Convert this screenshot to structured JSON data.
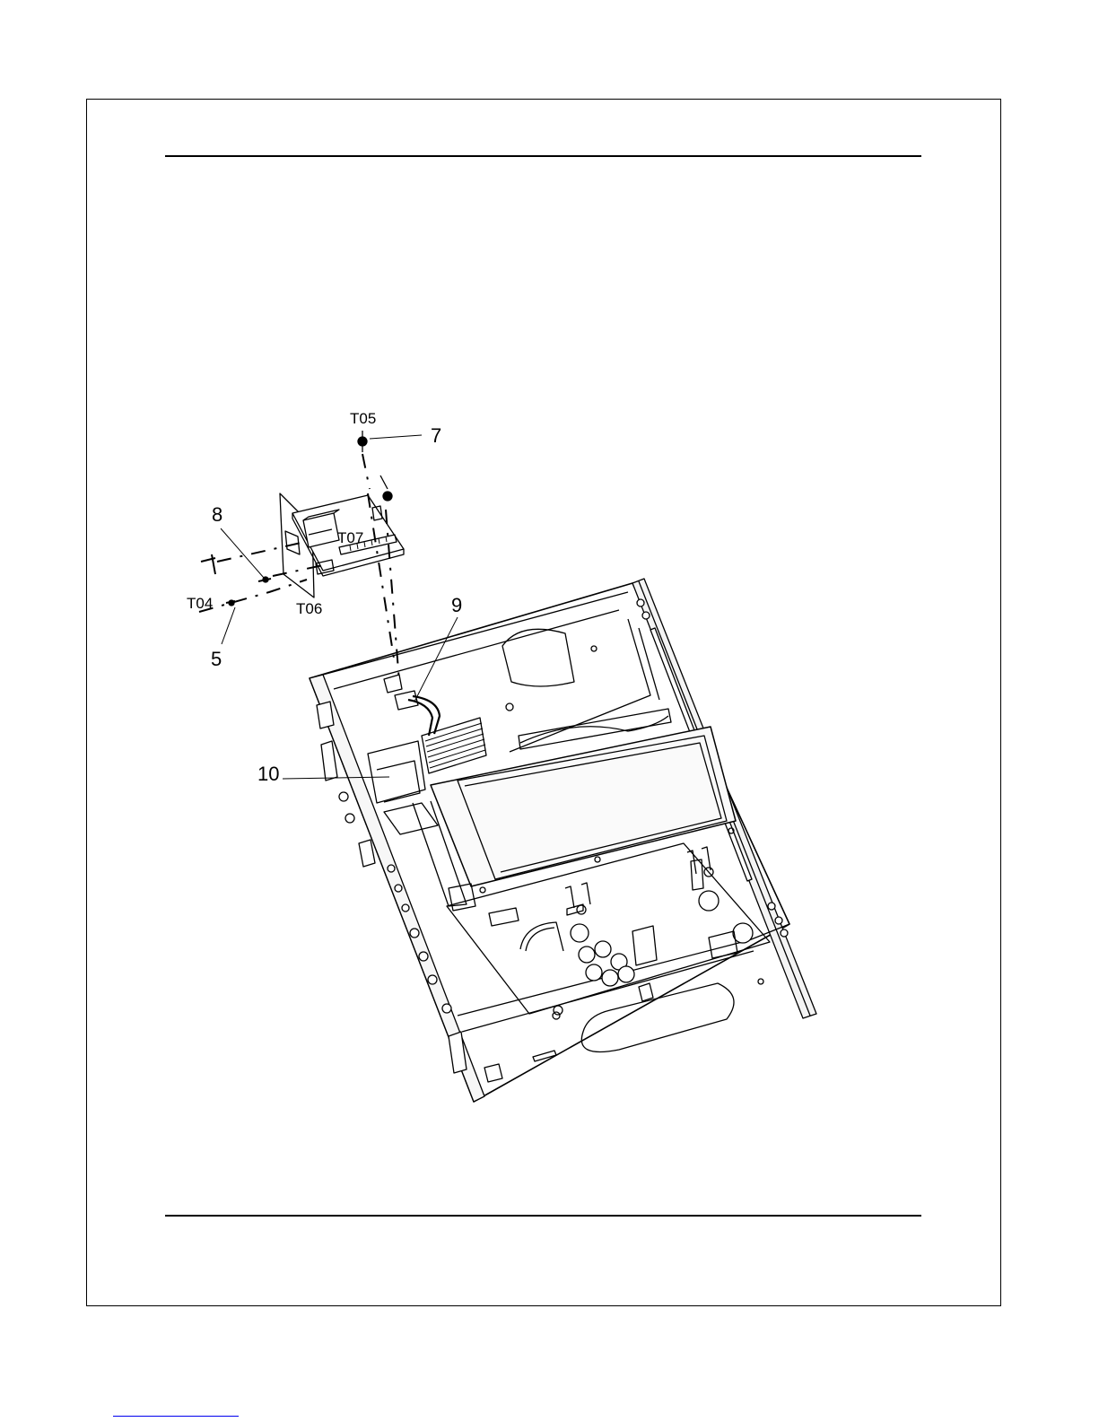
{
  "diagram": {
    "callouts": {
      "c7": "7",
      "t05": "T05",
      "c8": "8",
      "t07": "T07",
      "t04": "T04",
      "t06": "T06",
      "c5": "5",
      "c9": "9",
      "c10": "10"
    }
  }
}
